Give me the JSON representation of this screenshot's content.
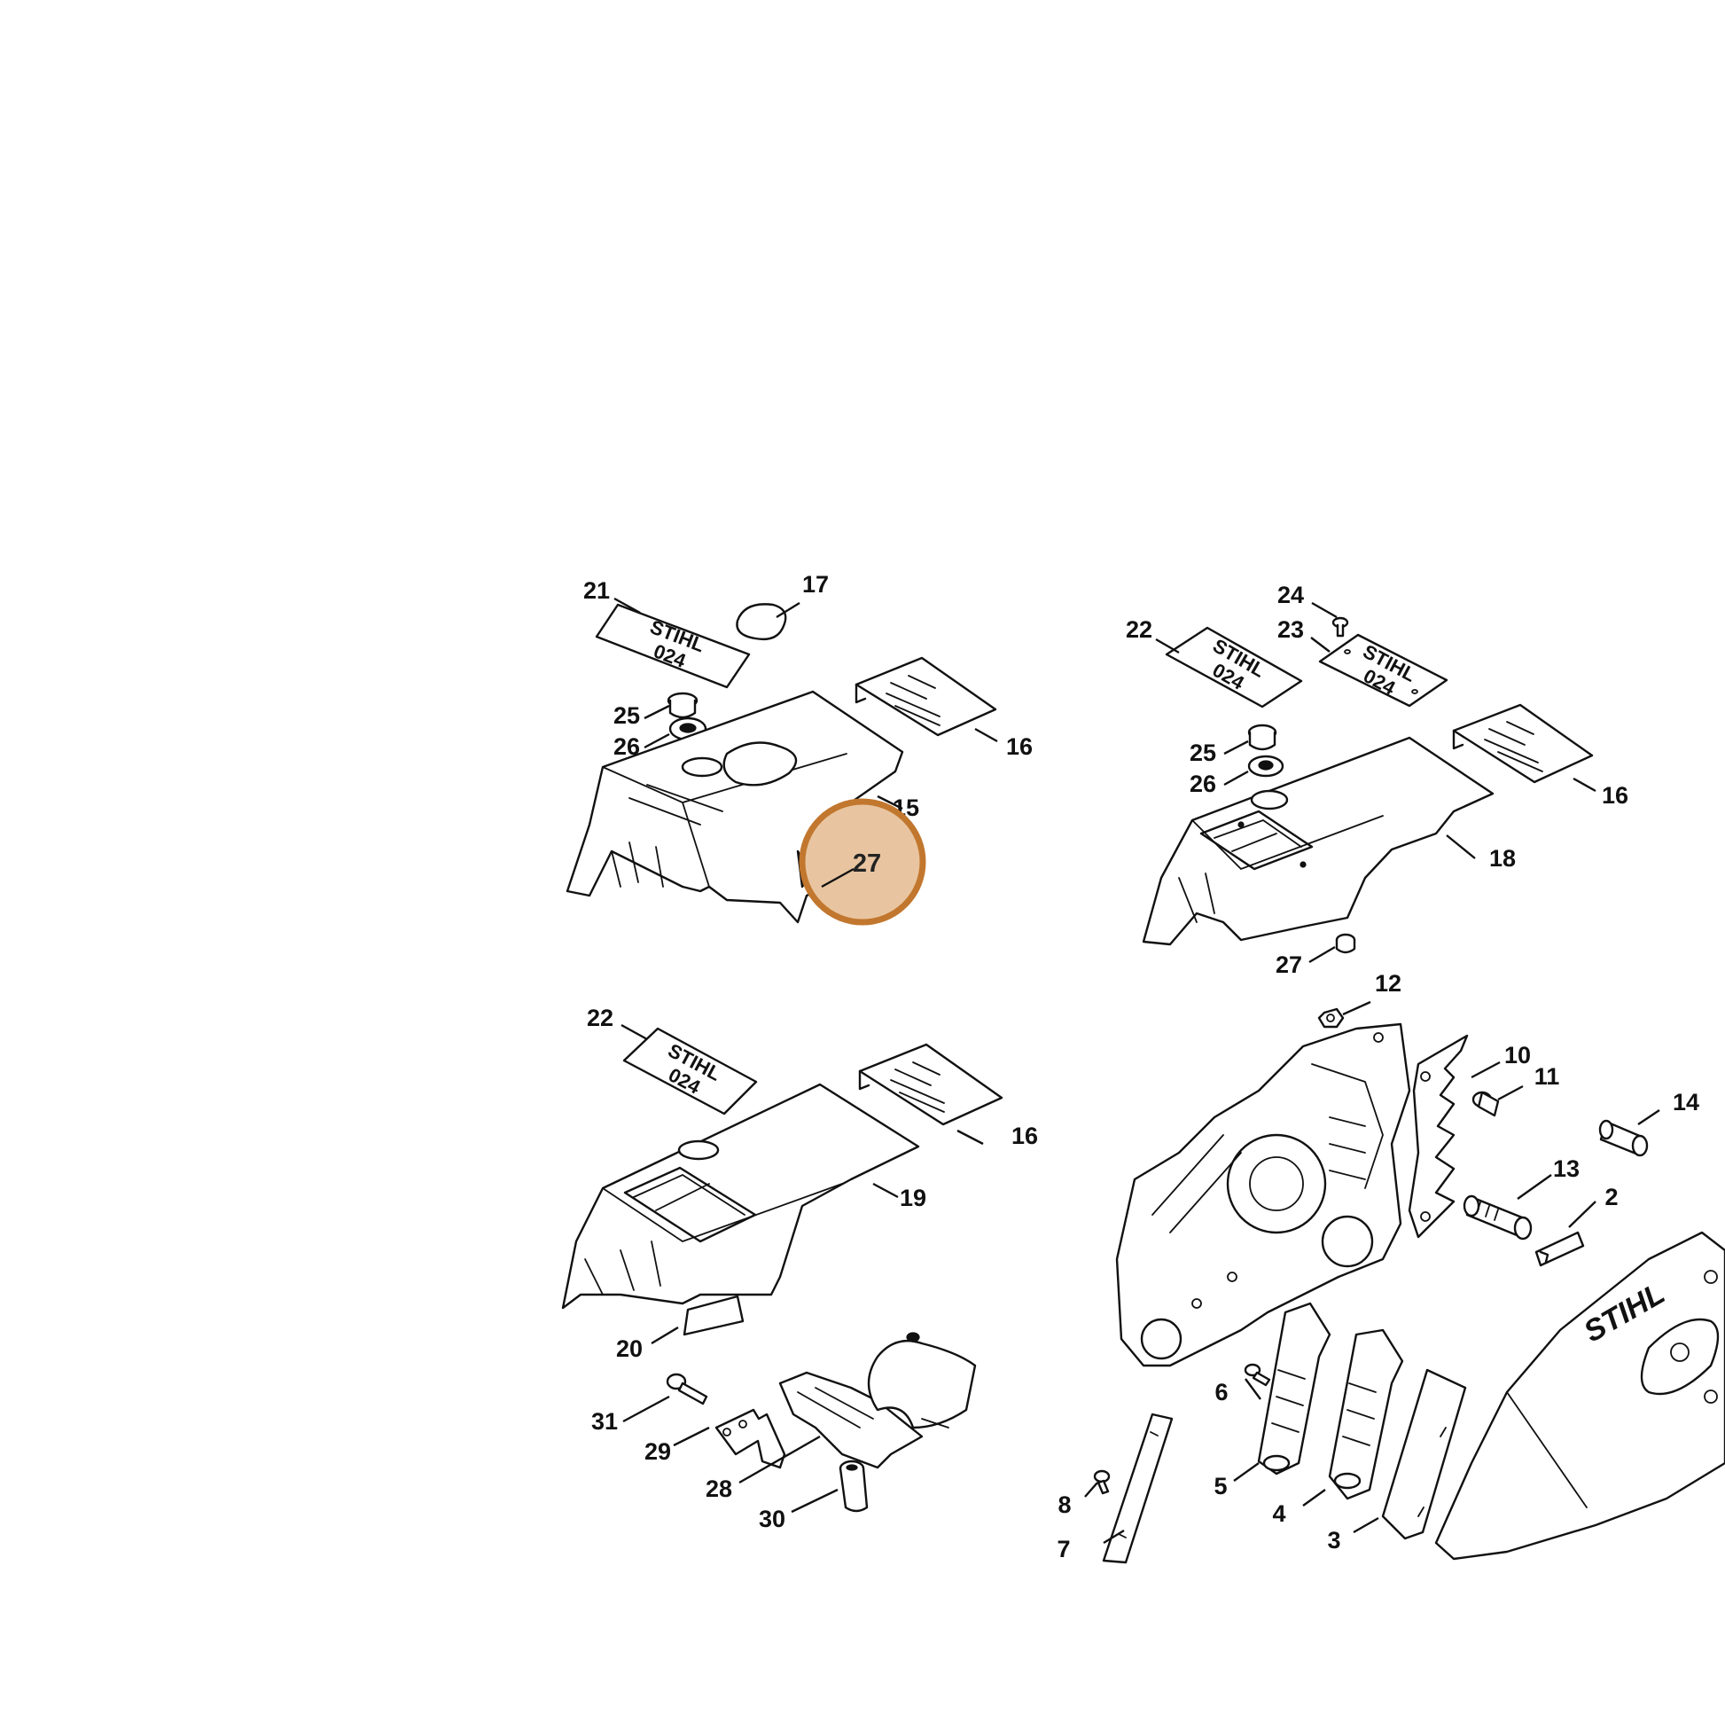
{
  "diagram": {
    "highlight": {
      "label": "27",
      "fill": "#e8c5a0",
      "stroke": "#c2772e"
    },
    "decals": {
      "brand_line1": "STIHL",
      "brand_line2": "024",
      "cover_brand": "STIHL"
    },
    "callouts": [
      "21",
      "17",
      "25",
      "26",
      "16",
      "15",
      "24",
      "23",
      "22",
      "25",
      "26",
      "16",
      "18",
      "27",
      "22",
      "16",
      "19",
      "12",
      "10",
      "11",
      "14",
      "13",
      "2",
      "20",
      "31",
      "29",
      "28",
      "30",
      "6",
      "5",
      "4",
      "8",
      "7",
      "3"
    ]
  }
}
